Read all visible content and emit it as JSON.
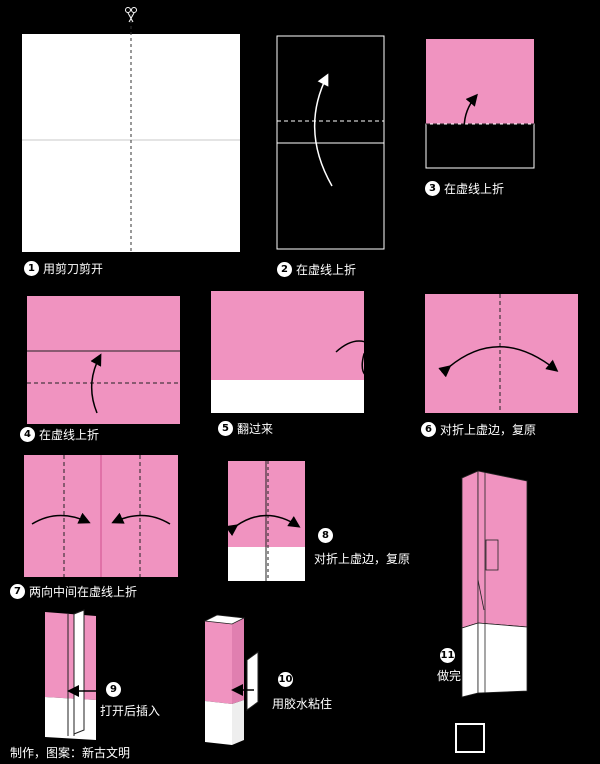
{
  "steps": [
    {
      "num": "1",
      "text": "用剪刀剪开"
    },
    {
      "num": "2",
      "text": "在虚线上折"
    },
    {
      "num": "3",
      "text": "在虚线上折"
    },
    {
      "num": "4",
      "text": "在虚线上折"
    },
    {
      "num": "5",
      "text": "翻过来"
    },
    {
      "num": "6",
      "text": "对折上虚边，复原"
    },
    {
      "num": "7",
      "text": "两向中间在虚线上折"
    },
    {
      "num": "8",
      "text": "对折上虚边，复原"
    },
    {
      "num": "9",
      "text": "打开后插入"
    },
    {
      "num": "10",
      "text": "用胶水粘住"
    },
    {
      "num": "11",
      "text": "做完"
    }
  ],
  "credit": "制作，图案：新古文明",
  "colors": {
    "paper_pink": "#f093c0",
    "paper_white": "#ffffff",
    "background": "#000000",
    "outline": "#222222"
  }
}
